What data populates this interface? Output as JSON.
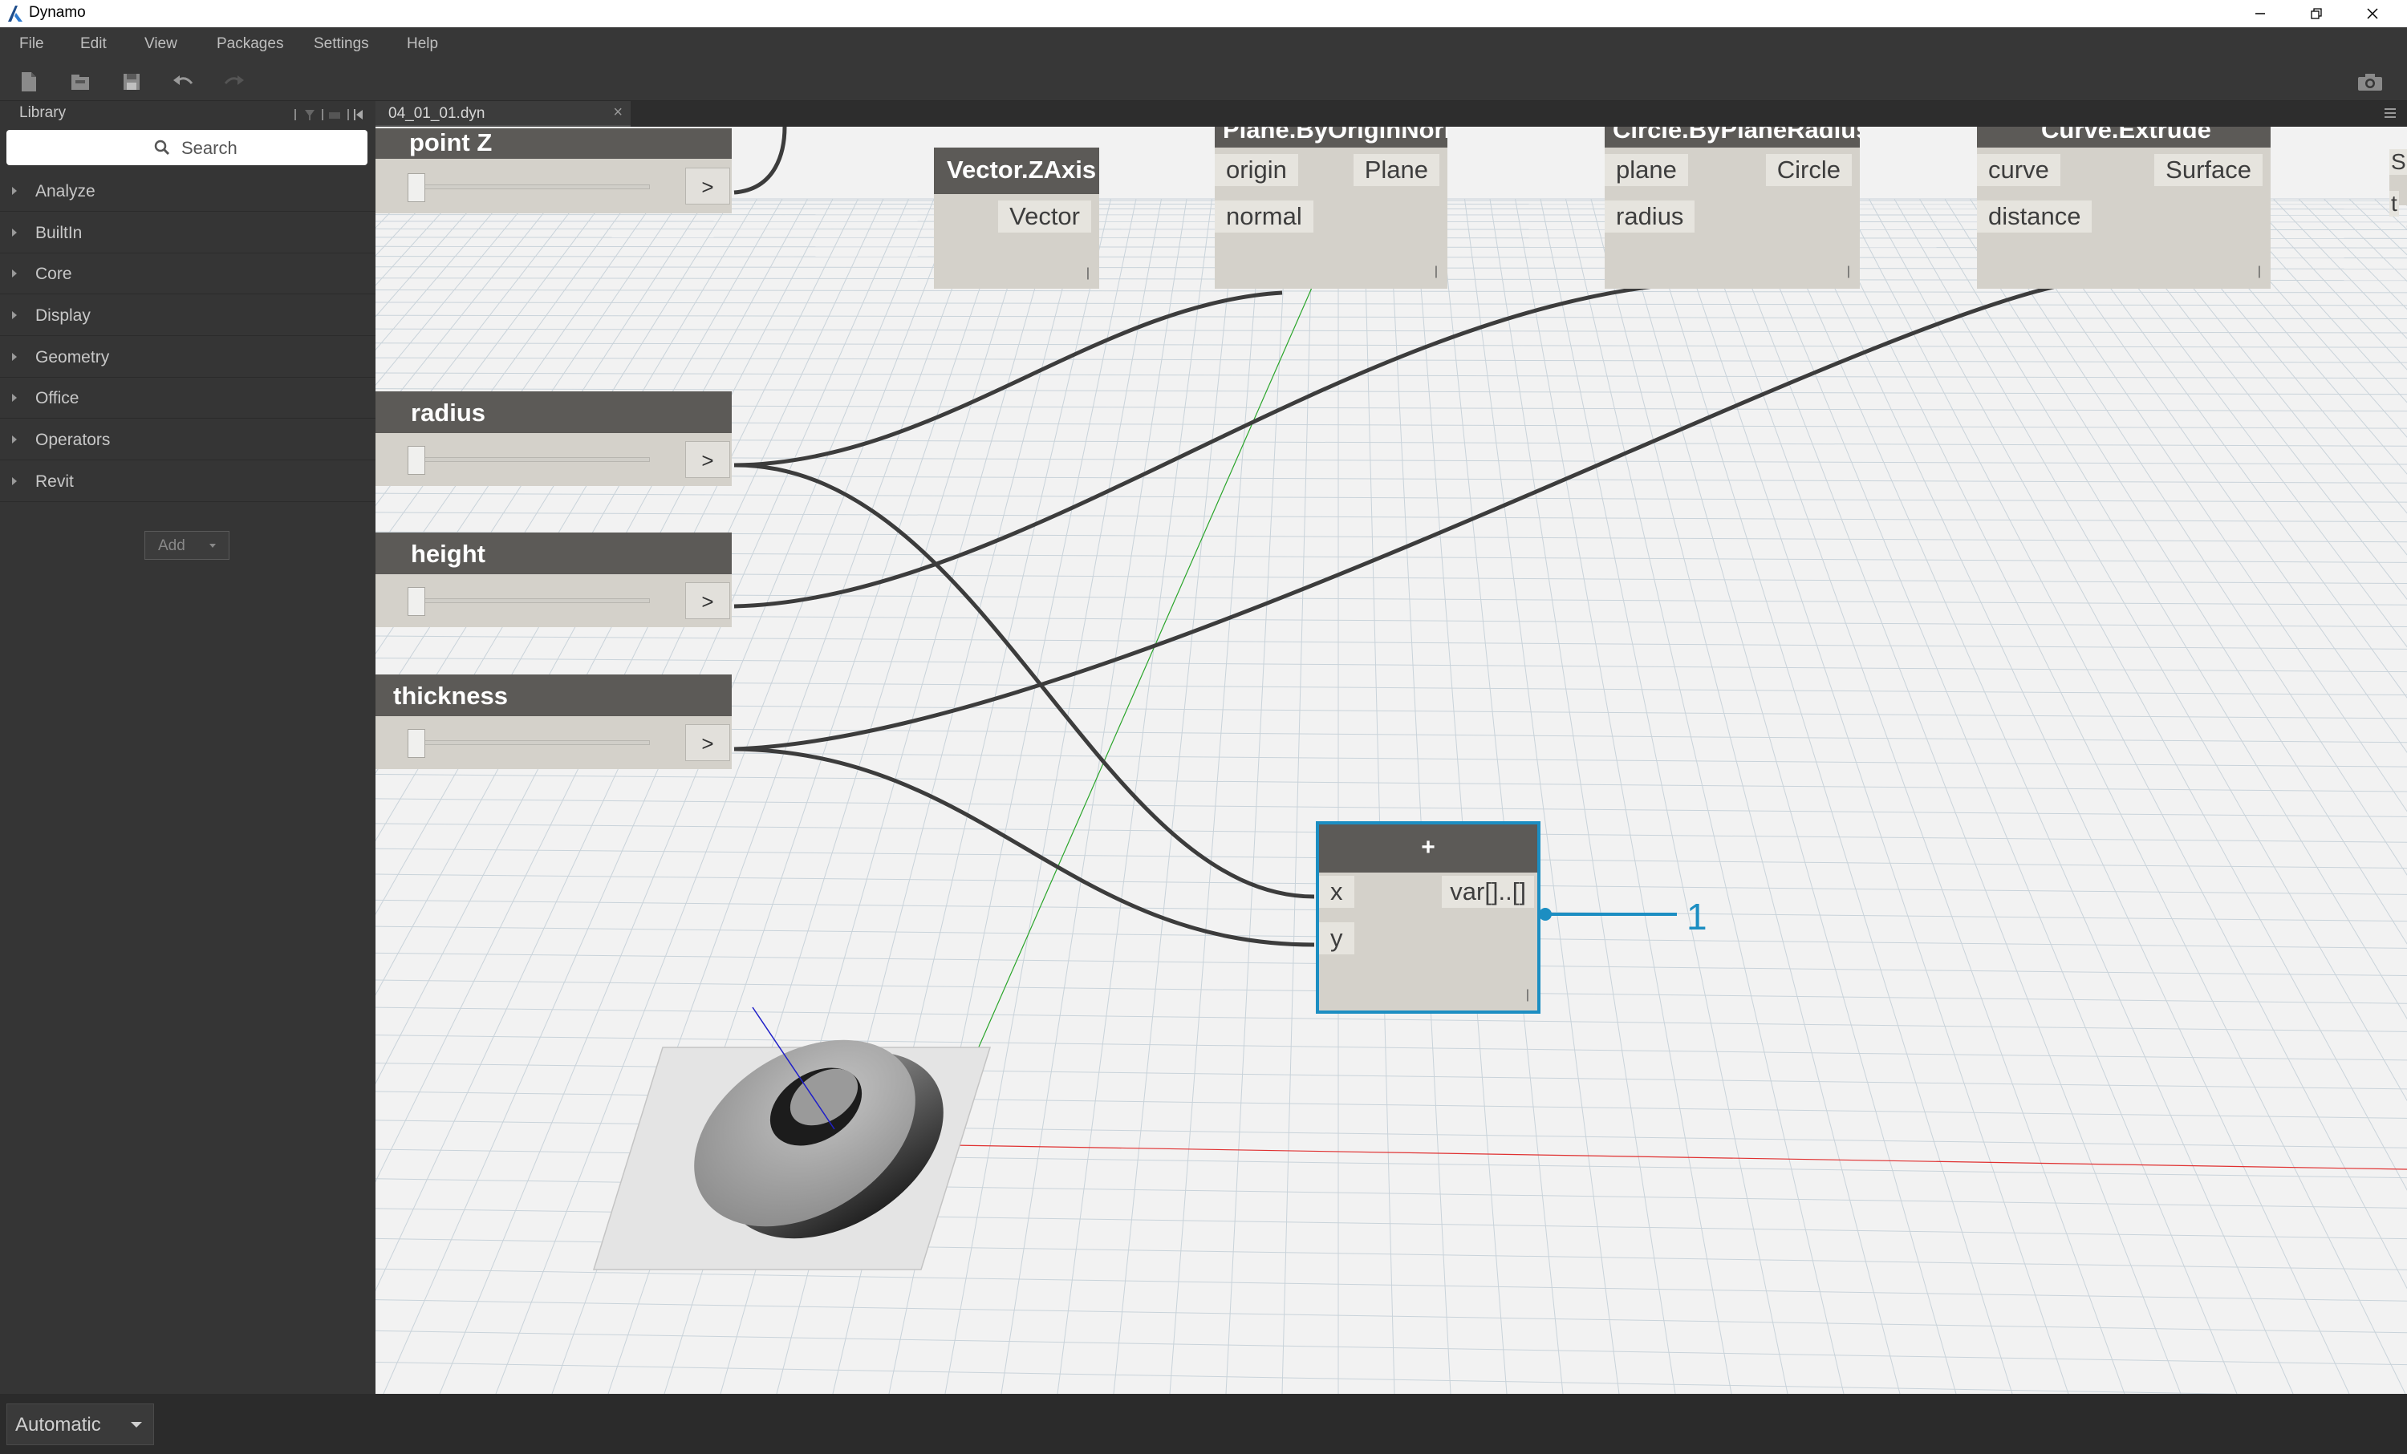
{
  "app": {
    "title": "Dynamo"
  },
  "menu": [
    "File",
    "Edit",
    "View",
    "Packages",
    "Settings",
    "Help"
  ],
  "library": {
    "title": "Library",
    "search_placeholder": "Search",
    "categories": [
      "Analyze",
      "BuiltIn",
      "Core",
      "Display",
      "Geometry",
      "Office",
      "Operators",
      "Revit"
    ],
    "add_label": "Add"
  },
  "tab": {
    "label": "04_01_01.dyn",
    "close": "×"
  },
  "nodes": {
    "vector": {
      "title": "Vector.ZAxis",
      "out": "Vector"
    },
    "plane": {
      "title": "Plane.ByOriginNormal",
      "in1": "origin",
      "in2": "normal",
      "out": "Plane"
    },
    "circle": {
      "title": "Circle.ByPlaneRadius",
      "in1": "plane",
      "in2": "radius",
      "out": "Circle"
    },
    "extrude": {
      "title": "Curve.Extrude",
      "in1": "curve",
      "in2": "distance",
      "out": "Surface"
    },
    "add": {
      "title": "+",
      "in1": "x",
      "in2": "y",
      "out": "var[]..[]",
      "callout": "1"
    },
    "grip": "|"
  },
  "sliders": {
    "pointz": {
      "label": "point Z",
      "btn": ">"
    },
    "radius": {
      "label": "radius",
      "btn": ">"
    },
    "height": {
      "label": "height",
      "btn": ">"
    },
    "thickness": {
      "label": "thickness",
      "btn": ">"
    }
  },
  "cut_labels": {
    "s": "S",
    "t": "t"
  },
  "statusbar": {
    "run_mode": "Automatic"
  },
  "colors": {
    "accent": "#1c8ec2",
    "node_header": "#5c5a57",
    "node_body": "#d4d1ca",
    "wire": "#3c3c3c"
  }
}
